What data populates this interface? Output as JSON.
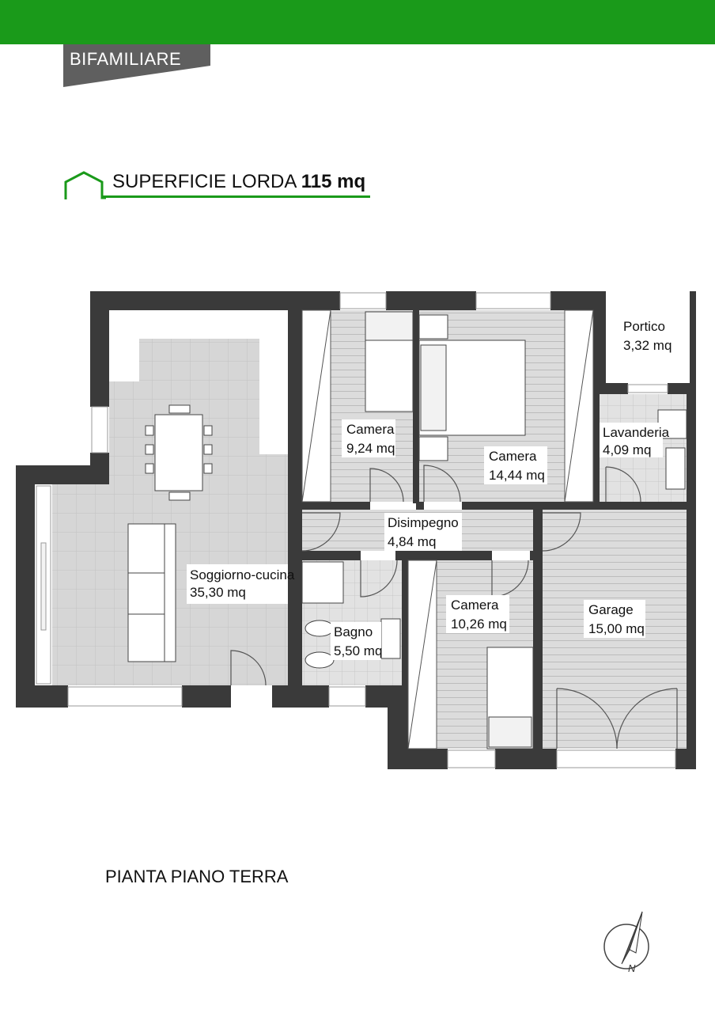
{
  "header": {
    "category": "BIFAMILIARE"
  },
  "surface": {
    "label": "SUPERFICIE LORDA",
    "value": "115 mq"
  },
  "rooms": [
    {
      "name": "Soggiorno-cucina",
      "area": "35,30 mq"
    },
    {
      "name": "Camera",
      "area": "9,24 mq"
    },
    {
      "name": "Camera",
      "area": "14,44 mq"
    },
    {
      "name": "Portico",
      "area": "3,32 mq"
    },
    {
      "name": "Lavanderia",
      "area": "4,09 mq"
    },
    {
      "name": "Disimpegno",
      "area": "4,84 mq"
    },
    {
      "name": "Bagno",
      "area": "5,50 mq"
    },
    {
      "name": "Camera",
      "area": "10,26 mq"
    },
    {
      "name": "Garage",
      "area": "15,00 mq"
    }
  ],
  "plan_title": "PIANTA PIANO TERRA",
  "compass": {
    "north_label": "N"
  },
  "colors": {
    "brand_green": "#1a9a1a",
    "tag_gray": "#5f5f5f",
    "wall": "#3a3a3a",
    "floor_tile": "#d6d6d6",
    "floor_wood": "#dcdcdc"
  }
}
